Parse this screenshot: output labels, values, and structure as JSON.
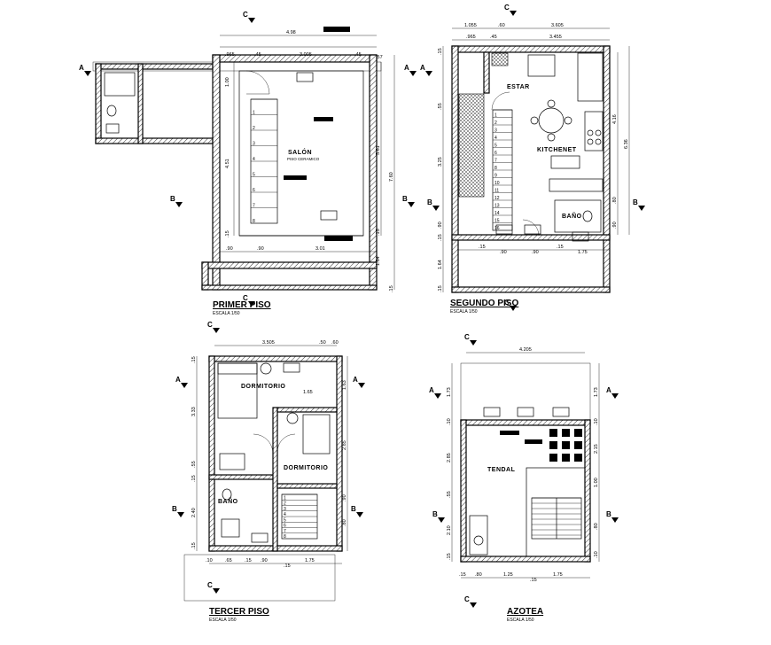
{
  "plans": {
    "primer": {
      "title": "PRIMER PISO",
      "scale": "ESCALA 1/50",
      "room": "SALÓN",
      "finish": "PISO CERAMICO",
      "dims": {
        "top_total": "4.98",
        "top_a": ".965",
        "top_b": ".45",
        "top_c": "3.005",
        "top_d": ".45",
        "top_e": ".57",
        "left_a": "1.00",
        "left_b": "4.51",
        "left_c": ".15",
        "right_a": "5.61",
        "right_b": "7.60",
        "right_c": ".15",
        "right_d": "1.64",
        "right_e": ".15",
        "bottom_a": ".90",
        "bottom_b": ".90",
        "bottom_c": "3.01"
      },
      "steps": [
        "1",
        "2",
        "3",
        "4",
        "5",
        "6",
        "7",
        "8"
      ]
    },
    "segundo": {
      "title": "SEGUNDO PISO",
      "scale": "ESCALA 1/50",
      "room_a": "ESTAR",
      "room_b": "KITCHENET",
      "room_c": "BAÑO",
      "dims": {
        "top_a": "1.055",
        "top_b": ".60",
        "top_c": "3.605",
        "top_d": ".965",
        "top_e": ".45",
        "top_f": "3.455",
        "left_a": ".15",
        "left_b": ".55",
        "left_c": "3.25",
        "left_d": ".90",
        "left_e": ".15",
        "left_f": "1.64",
        "left_g": ".15",
        "right_a": "4.16",
        "right_b": "6.36",
        "right_c": ".80",
        "right_d": ".90",
        "bottom_a": ".15",
        "bottom_b": ".90",
        "bottom_c": ".90",
        "bottom_d": ".15",
        "bottom_e": "1.75"
      },
      "steps": [
        "1",
        "2",
        "3",
        "4",
        "5",
        "6",
        "7",
        "8",
        "9",
        "10",
        "11",
        "12",
        "13",
        "14",
        "15",
        "16"
      ]
    },
    "tercer": {
      "title": "TERCER PISO",
      "scale": "ESCALA 1/50",
      "room_a": "DORMITORIO",
      "room_b": "DORMITORIO",
      "room_c": "BAÑO",
      "dims": {
        "top_a": "3.505",
        "top_b": ".50",
        "top_c": ".60",
        "left_a": ".15",
        "left_b": "3.33",
        "left_c": ".55",
        "left_d": ".15",
        "left_e": "2.40",
        "left_f": ".15",
        "right_a": "1.63",
        "right_b": "2.85",
        "right_c": ".90",
        "right_d": ".80",
        "inner": "1.65",
        "bottom_a": ".10",
        "bottom_b": ".65",
        "bottom_c": ".15",
        "bottom_d": ".90",
        "bottom_e": ".15",
        "bottom_f": "1.75"
      },
      "steps": [
        "1",
        "2",
        "3",
        "4",
        "5",
        "6",
        "7",
        "8"
      ]
    },
    "azotea": {
      "title": "AZOTEA",
      "scale": "ESCALA 1/50",
      "room": "TENDAL",
      "dims": {
        "top": "4.205",
        "left_a": "1.73",
        "left_b": ".10",
        "left_c": "2.85",
        "left_d": ".55",
        "left_e": "2.10",
        "left_f": ".15",
        "right_a": "1.73",
        "right_b": ".10",
        "right_c": "2.15",
        "right_d": "1.00",
        "right_e": ".80",
        "right_f": ".10",
        "bottom_a": ".15",
        "bottom_b": ".80",
        "bottom_c": "1.25",
        "bottom_d": ".15",
        "bottom_e": "1.75"
      }
    }
  },
  "section_marks": {
    "a": "A",
    "b": "B",
    "c": "C"
  },
  "colors": {
    "line": "#000000",
    "background": "#ffffff"
  }
}
